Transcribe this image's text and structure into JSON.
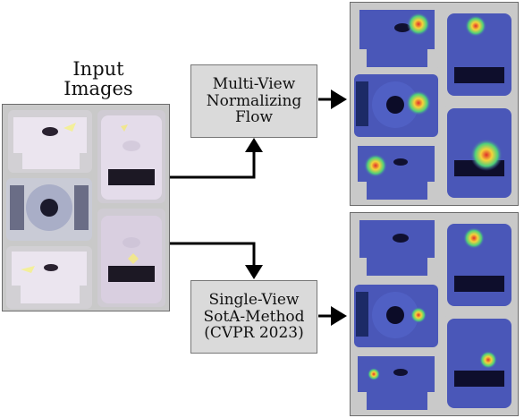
{
  "input": {
    "title_line1": "Input",
    "title_line2": "Images"
  },
  "methods": {
    "multi_view": {
      "line1": "Multi-View",
      "line2": "Normalizing",
      "line3": "Flow"
    },
    "single_view": {
      "line1": "Single-View",
      "line2": "SotA-Method",
      "line3": "(CVPR 2023)"
    }
  },
  "colors": {
    "panel_bg": "#c9c9c9",
    "panel_border": "#6b6b6b",
    "box_bg": "#dadada",
    "arrow": "#000000",
    "object_input": "#e9e3ee",
    "object_heatmap": "#4a57b8",
    "hotspot_core": "#e0302a",
    "hotspot_mid": "#f5d23a",
    "hotspot_outer": "#4fd07a"
  },
  "icons": {
    "arrow": "arrow-right-icon",
    "arrow_down": "arrow-down-icon"
  }
}
